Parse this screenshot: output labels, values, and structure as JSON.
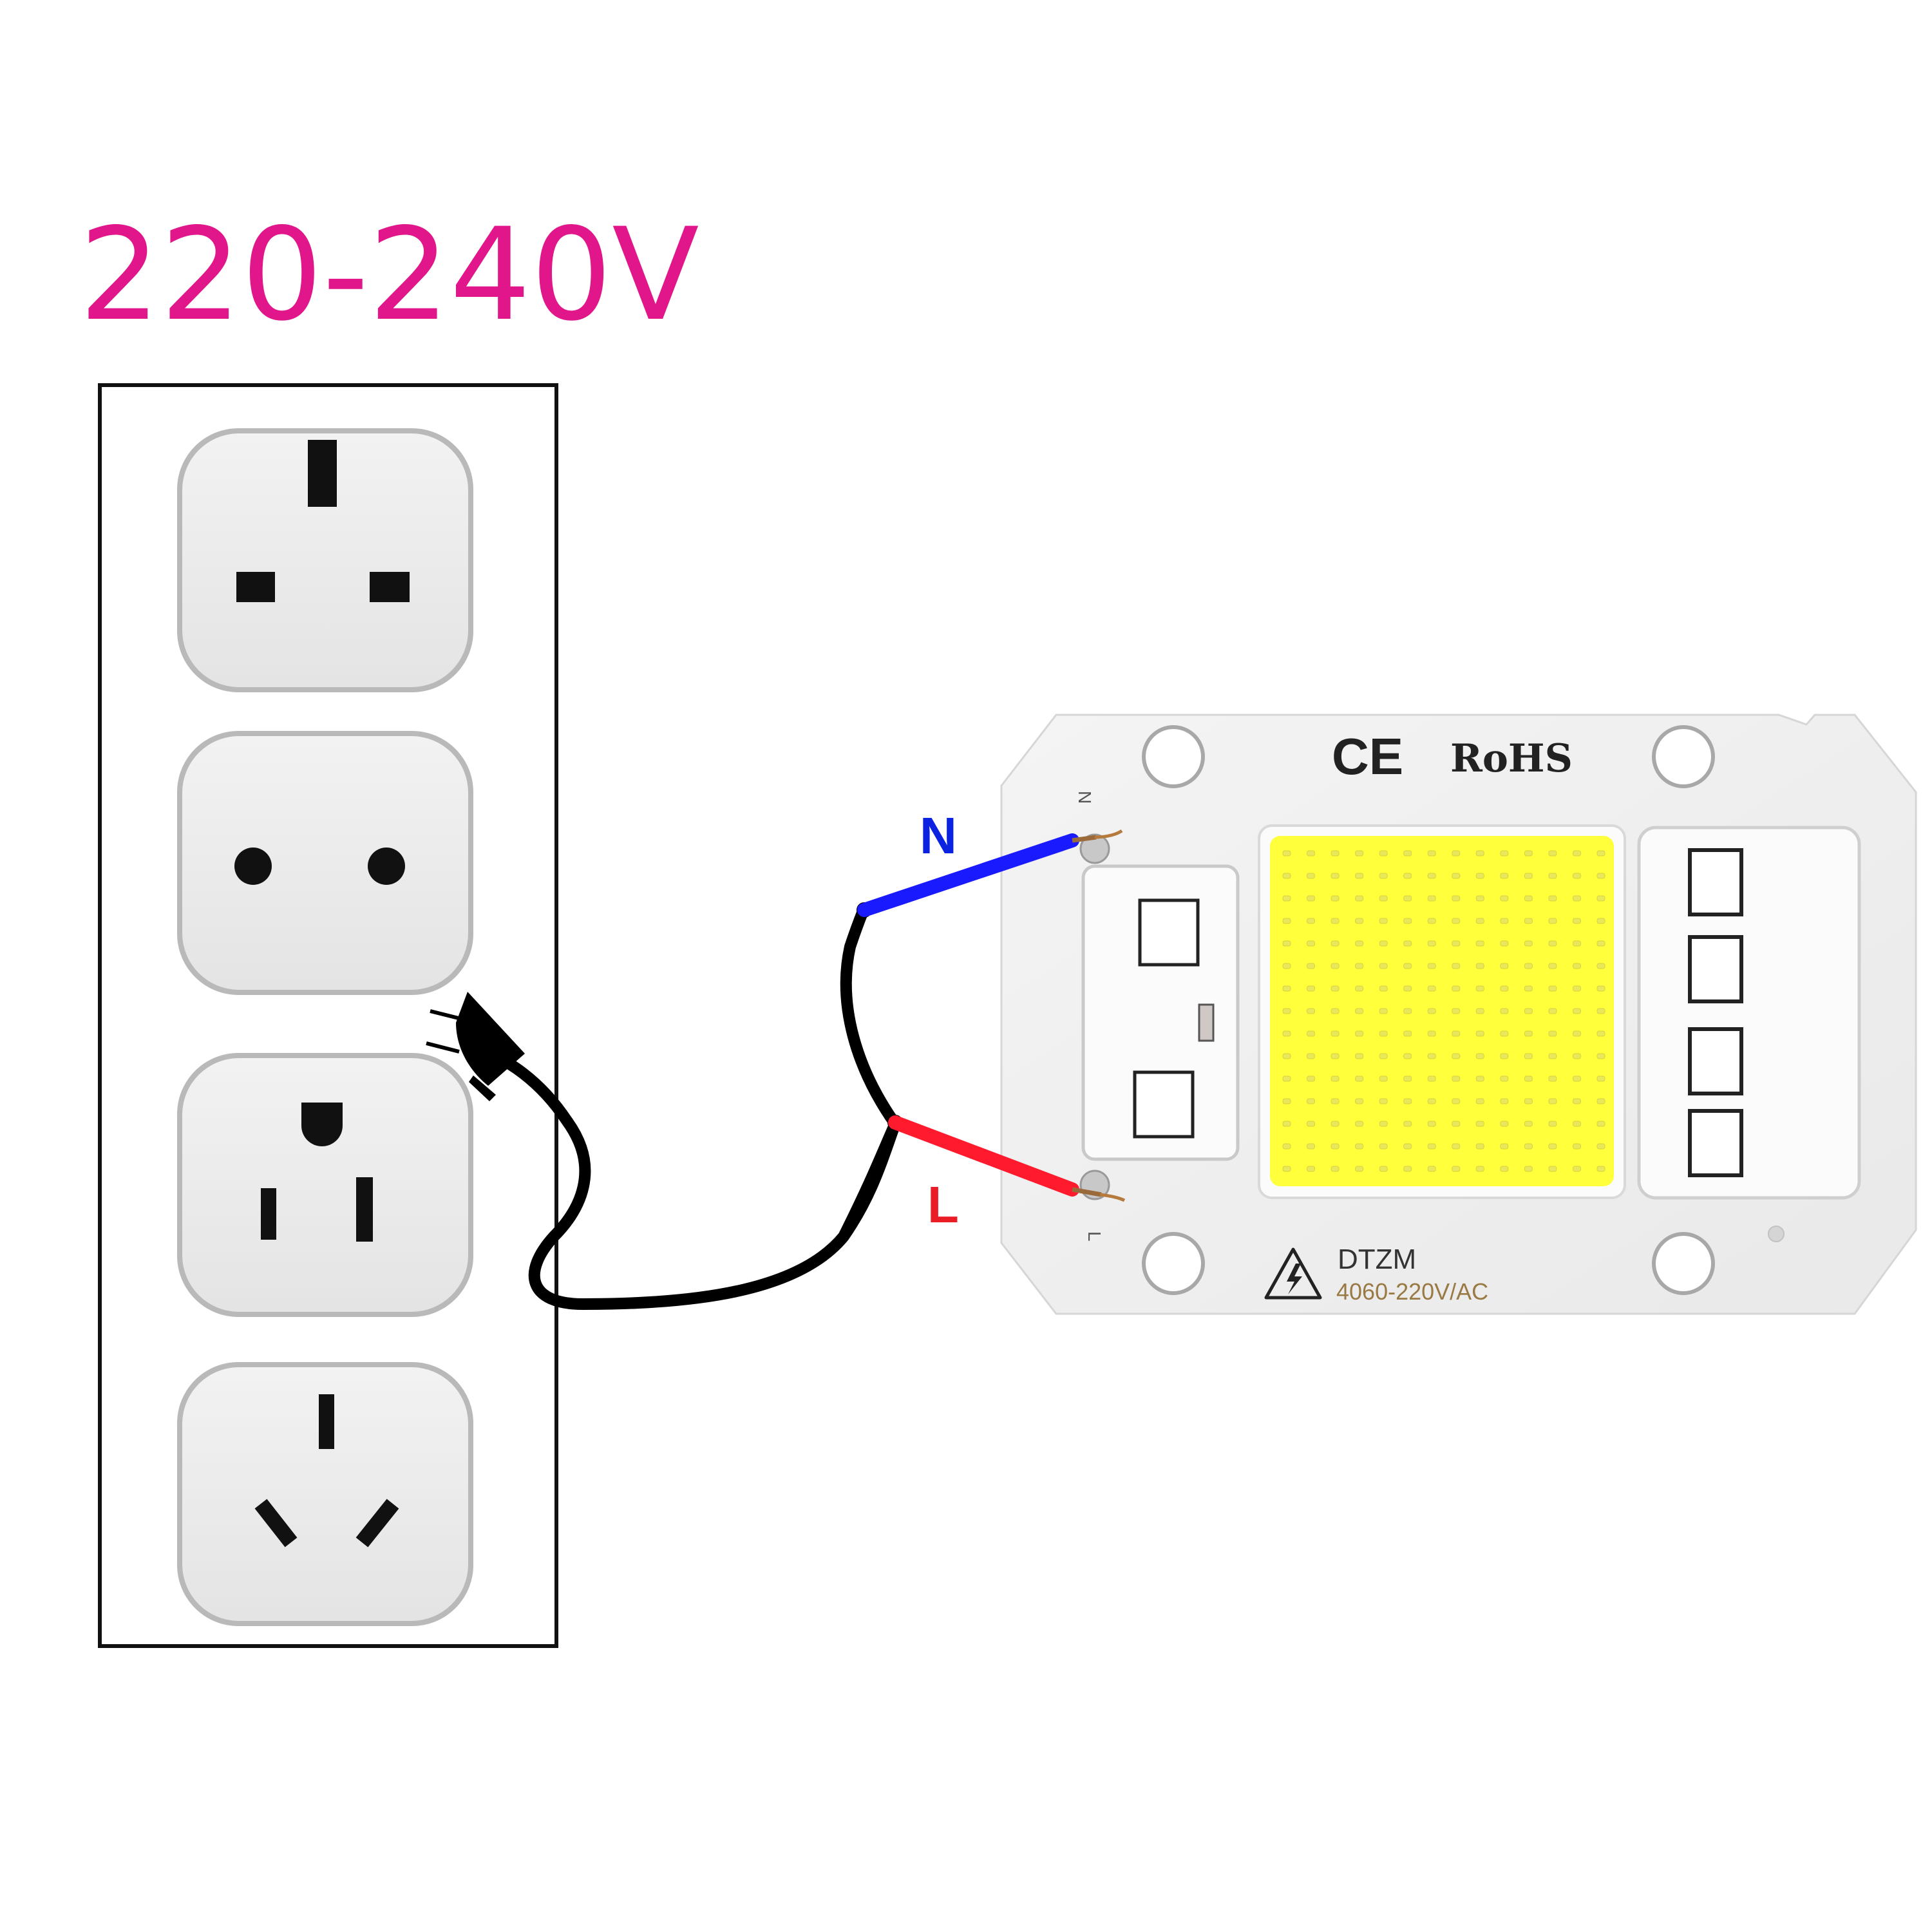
{
  "title": "220-240V",
  "wire_labels": {
    "neutral": "N",
    "live": "L"
  },
  "board": {
    "marks": "CE",
    "rohs": "RoHS",
    "pad_neutral": "N",
    "pad_live": "L",
    "brand": "DTZM",
    "model": "4060-220V/AC"
  },
  "sockets": [
    {
      "type": "uk-socket-icon"
    },
    {
      "type": "eu-socket-icon"
    },
    {
      "type": "us-socket-icon"
    },
    {
      "type": "cn-socket-icon"
    }
  ],
  "led_grid": {
    "rows": 15,
    "cols": 14
  },
  "colors": {
    "title": "#e0168a",
    "neutral_wire": "#1a1aff",
    "live_wire": "#ff1a2e",
    "neutral_label": "#0b23e0",
    "live_label": "#ea1d26",
    "led": "#ffff3c",
    "model_text": "#9a7a44"
  }
}
